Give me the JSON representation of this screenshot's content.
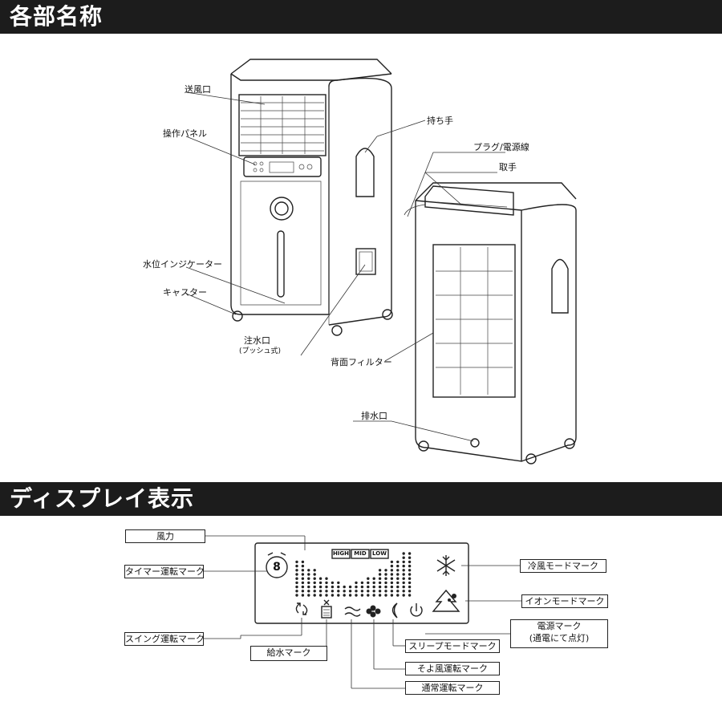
{
  "section1": {
    "title": "各部名称"
  },
  "section2": {
    "title": "ディスプレイ表示"
  },
  "parts": {
    "vent": "送風口",
    "panel": "操作パネル",
    "water_indicator": "水位インジケーター",
    "caster": "キャスター",
    "water_inlet": "注水口",
    "water_inlet_sub": "(プッシュ式)",
    "grip": "持ち手",
    "plug": "プラグ/電源線",
    "handle": "取手",
    "filter": "背面フィルター",
    "drain": "排水口"
  },
  "display": {
    "wind": "風力",
    "timer": "タイマー運転マーク",
    "swing": "スイング運転マーク",
    "water_supply": "給水マーク",
    "sleep": "スリープモードマーク",
    "breeze": "そよ風運転マーク",
    "normal": "通常運転マーク",
    "cool": "冷風モードマーク",
    "ion": "イオンモードマーク",
    "power": "電源マーク",
    "power_sub": "(通電にて点灯)",
    "high": "HIGH",
    "mid": "MID",
    "low": "LOW",
    "timer_digit": "8"
  },
  "icons": [
    "alarm-clock-icon",
    "swing-icon",
    "water-tank-icon",
    "wave-icon",
    "fan-icon",
    "moon-icon",
    "power-icon",
    "snowflake-icon",
    "ion-tree-icon"
  ]
}
